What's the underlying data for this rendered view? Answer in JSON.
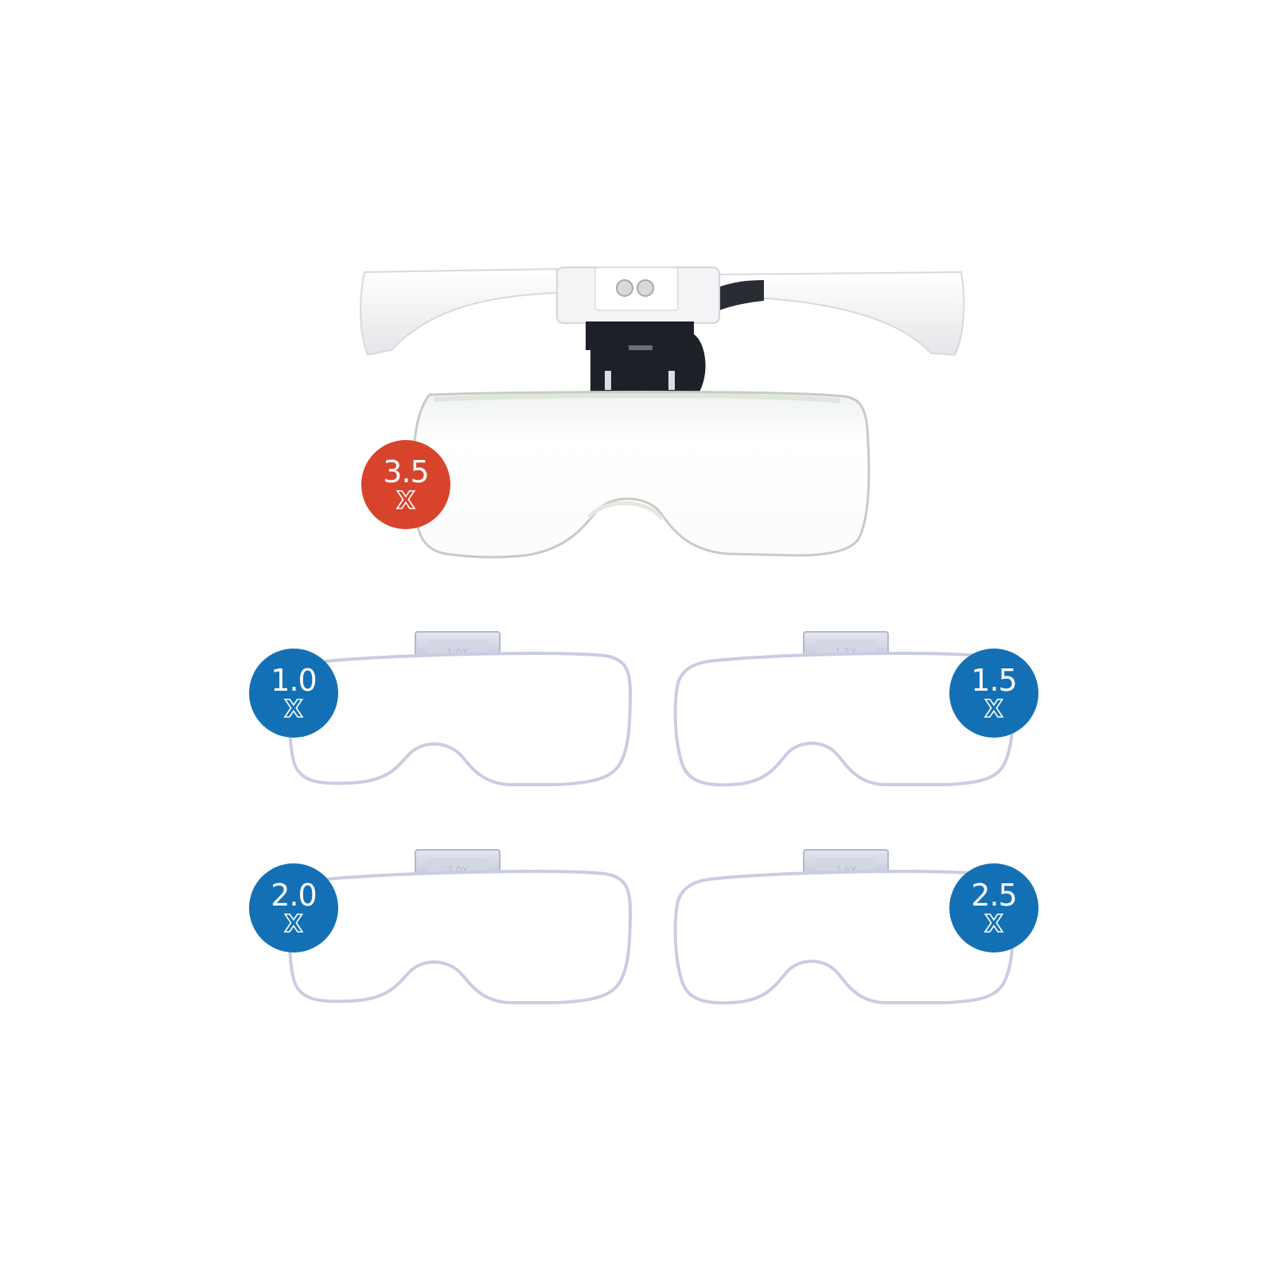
{
  "colors": {
    "accent_red": "#d8432c",
    "accent_blue": "#1470b5",
    "lens_edge": "#c9cde2",
    "headband": "#f2f2f4",
    "clip_dark": "#1e2028"
  },
  "badges": {
    "lens_35": {
      "value": "3.5",
      "unit": "X"
    },
    "lens_10": {
      "value": "1.0",
      "unit": "X"
    },
    "lens_15": {
      "value": "1.5",
      "unit": "X"
    },
    "lens_20": {
      "value": "2.0",
      "unit": "X"
    },
    "lens_25": {
      "value": "2.5",
      "unit": "X"
    }
  },
  "clip_labels": {
    "lens_10": "1.0X",
    "lens_15": "1.5X",
    "lens_20": "2.0X",
    "lens_25": "2.5X"
  }
}
